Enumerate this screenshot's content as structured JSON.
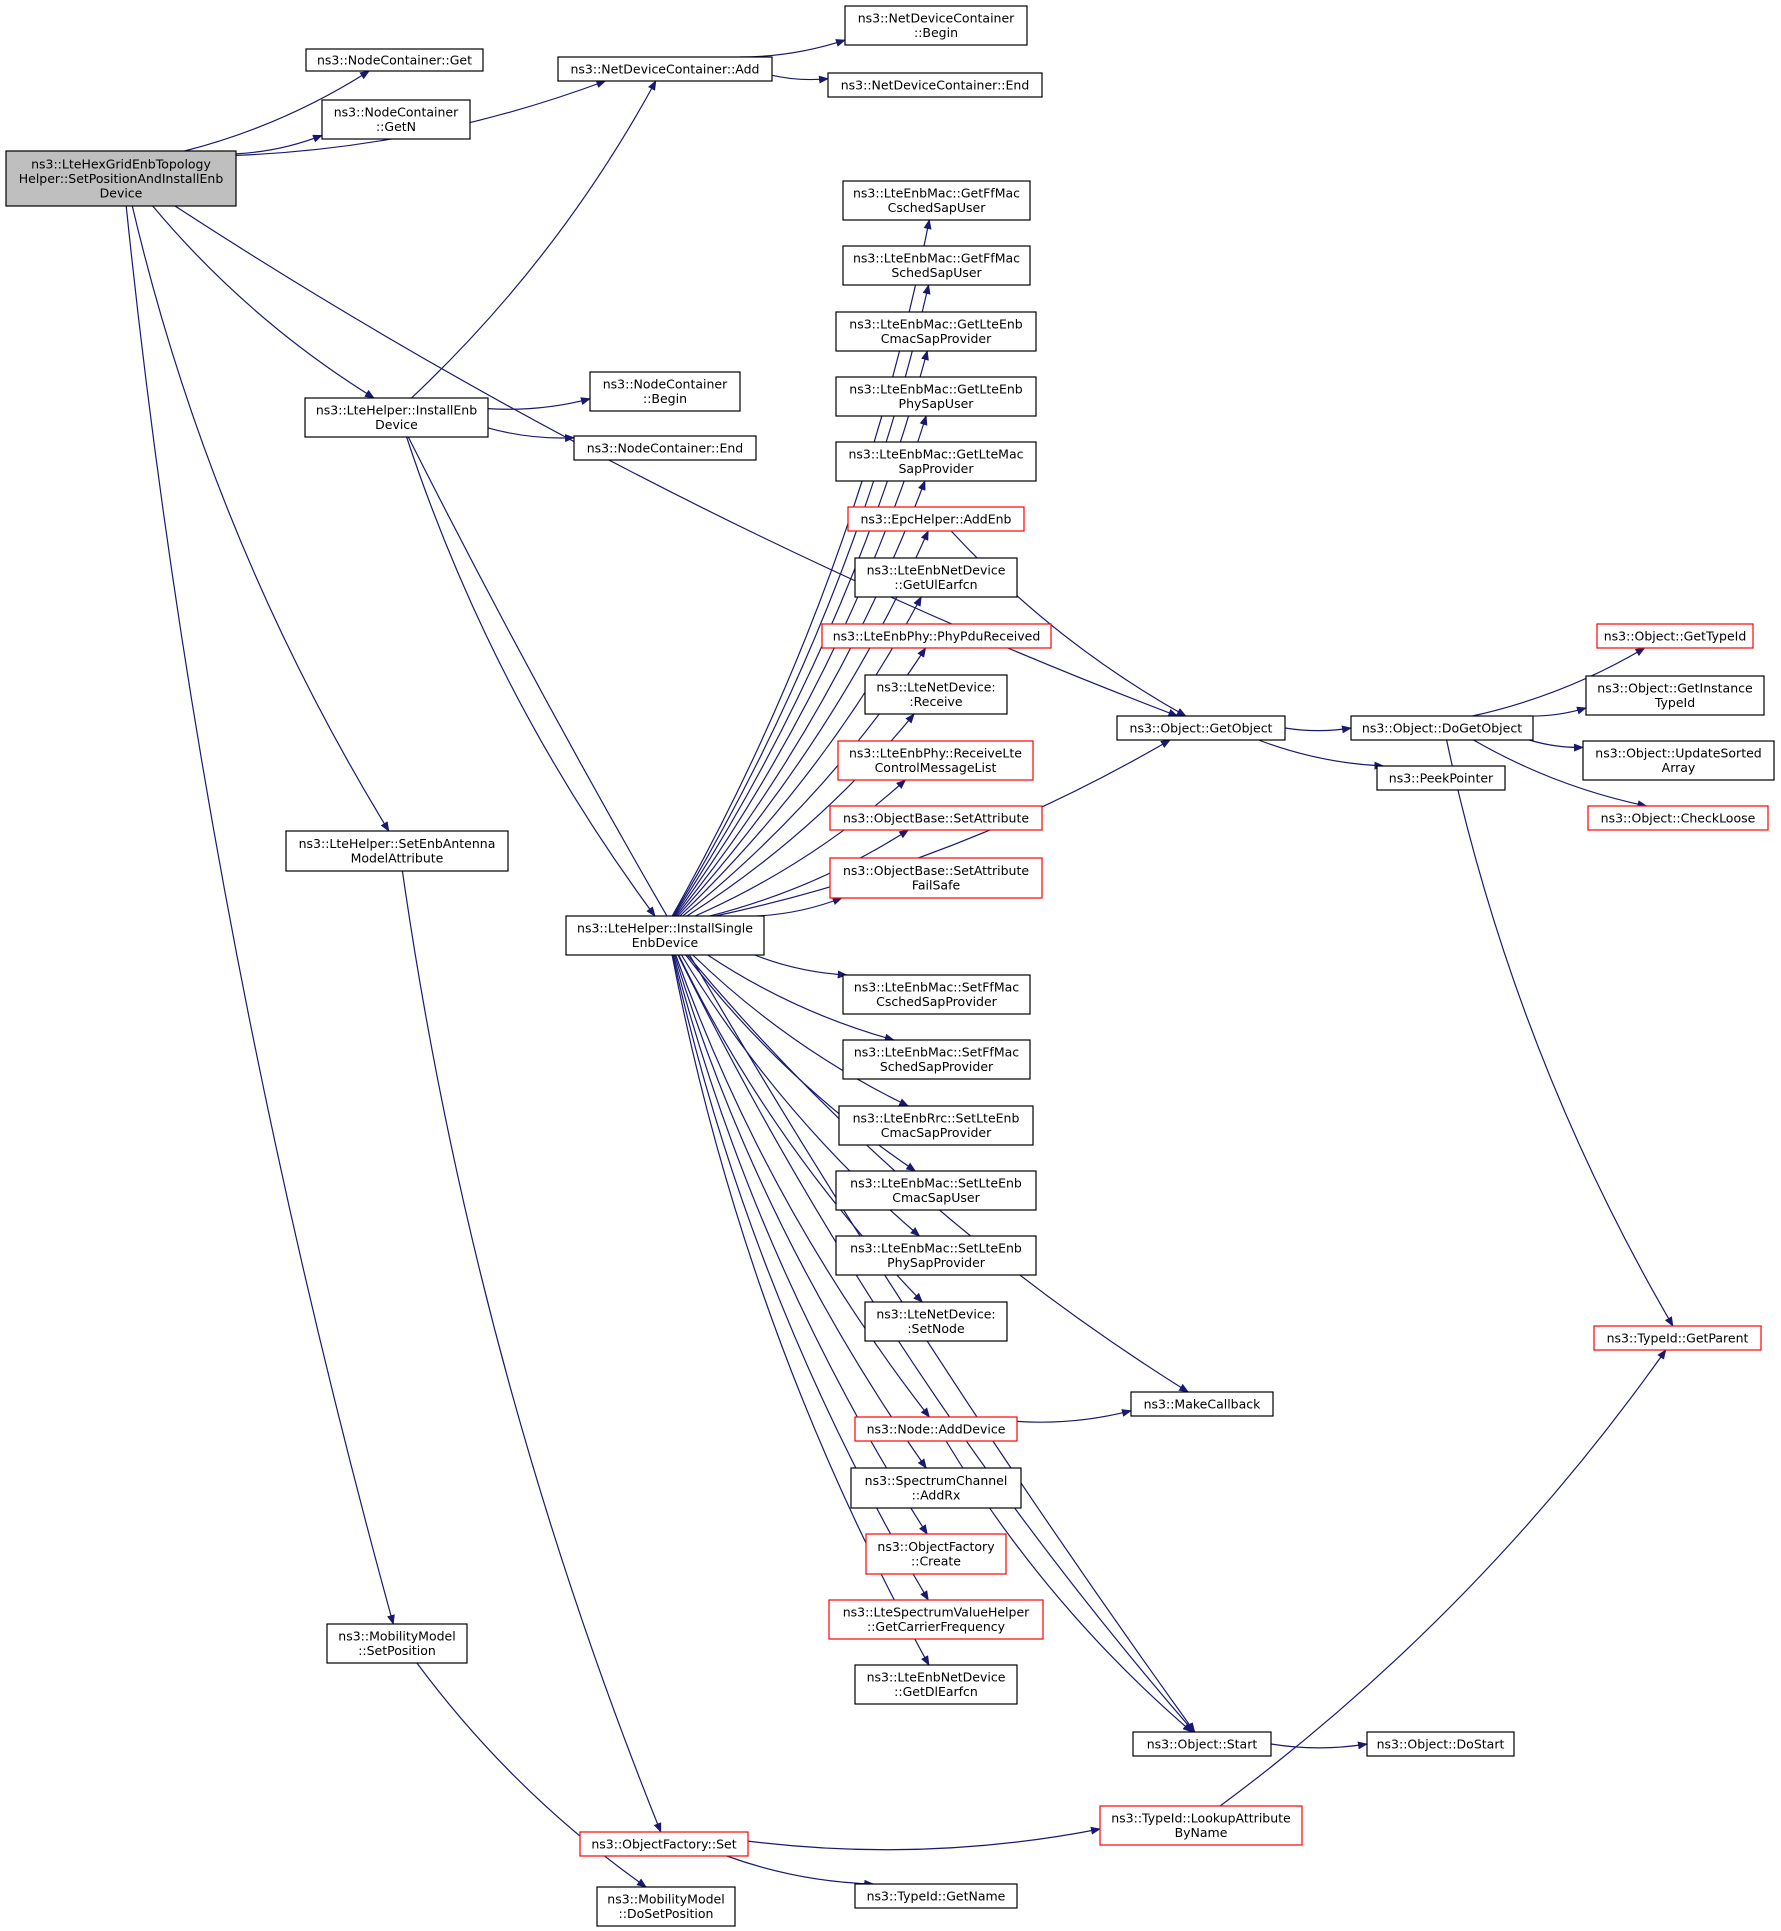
{
  "colors": {
    "edge": "#191970",
    "box_border_normal": "#000000",
    "box_border_truncated": "#ff0000",
    "root_fill": "#bfbfbf",
    "node_fill": "#ffffff"
  },
  "nodes": [
    {
      "id": "root",
      "lines": [
        "ns3::LteHexGridEnbTopology",
        "Helper::SetPositionAndInstallEnb",
        "Device"
      ],
      "style": "root"
    },
    {
      "id": "nc_get",
      "lines": [
        "ns3::NodeContainer::Get"
      ],
      "style": "normal"
    },
    {
      "id": "nc_getn",
      "lines": [
        "ns3::NodeContainer",
        "::GetN"
      ],
      "style": "normal"
    },
    {
      "id": "ndc_add",
      "lines": [
        "ns3::NetDeviceContainer::Add"
      ],
      "style": "normal"
    },
    {
      "id": "ndc_begin",
      "lines": [
        "ns3::NetDeviceContainer",
        "::Begin"
      ],
      "style": "normal"
    },
    {
      "id": "ndc_end",
      "lines": [
        "ns3::NetDeviceContainer::End"
      ],
      "style": "normal"
    },
    {
      "id": "lte_install",
      "lines": [
        "ns3::LteHelper::InstallEnb",
        "Device"
      ],
      "style": "normal"
    },
    {
      "id": "nc_begin",
      "lines": [
        "ns3::NodeContainer",
        "::Begin"
      ],
      "style": "normal"
    },
    {
      "id": "nc_end",
      "lines": [
        "ns3::NodeContainer::End"
      ],
      "style": "normal"
    },
    {
      "id": "set_antenna",
      "lines": [
        "ns3::LteHelper::SetEnbAntenna",
        "ModelAttribute"
      ],
      "style": "normal"
    },
    {
      "id": "install_single",
      "lines": [
        "ns3::LteHelper::InstallSingle",
        "EnbDevice"
      ],
      "style": "normal"
    },
    {
      "id": "mm_setpos",
      "lines": [
        "ns3::MobilityModel",
        "::SetPosition"
      ],
      "style": "normal"
    },
    {
      "id": "of_set",
      "lines": [
        "ns3::ObjectFactory::Set"
      ],
      "style": "truncated"
    },
    {
      "id": "mm_dosetpos",
      "lines": [
        "ns3::MobilityModel",
        "::DoSetPosition"
      ],
      "style": "normal"
    },
    {
      "id": "mac_getffcsched",
      "lines": [
        "ns3::LteEnbMac::GetFfMac",
        "CschedSapUser"
      ],
      "style": "normal"
    },
    {
      "id": "mac_getffsched",
      "lines": [
        "ns3::LteEnbMac::GetFfMac",
        "SchedSapUser"
      ],
      "style": "normal"
    },
    {
      "id": "mac_getcmac",
      "lines": [
        "ns3::LteEnbMac::GetLteEnb",
        "CmacSapProvider"
      ],
      "style": "normal"
    },
    {
      "id": "mac_getphysap",
      "lines": [
        "ns3::LteEnbMac::GetLteEnb",
        "PhySapUser"
      ],
      "style": "normal"
    },
    {
      "id": "mac_getltemac",
      "lines": [
        "ns3::LteEnbMac::GetLteMac",
        "SapProvider"
      ],
      "style": "normal"
    },
    {
      "id": "epc_addenb",
      "lines": [
        "ns3::EpcHelper::AddEnb"
      ],
      "style": "truncated"
    },
    {
      "id": "enbnd_getul",
      "lines": [
        "ns3::LteEnbNetDevice",
        "::GetUlEarfcn"
      ],
      "style": "normal"
    },
    {
      "id": "enbphy_pdu",
      "lines": [
        "ns3::LteEnbPhy::PhyPduReceived"
      ],
      "style": "truncated"
    },
    {
      "id": "nd_receive",
      "lines": [
        "ns3::LteNetDevice:",
        ":Receive"
      ],
      "style": "normal"
    },
    {
      "id": "enbphy_ctrl",
      "lines": [
        "ns3::LteEnbPhy::ReceiveLte",
        "ControlMessageList"
      ],
      "style": "truncated"
    },
    {
      "id": "ob_setattr",
      "lines": [
        "ns3::ObjectBase::SetAttribute"
      ],
      "style": "truncated"
    },
    {
      "id": "ob_setattr_fs",
      "lines": [
        "ns3::ObjectBase::SetAttribute",
        "FailSafe"
      ],
      "style": "truncated"
    },
    {
      "id": "mac_setffcsched",
      "lines": [
        "ns3::LteEnbMac::SetFfMac",
        "CschedSapProvider"
      ],
      "style": "normal"
    },
    {
      "id": "mac_setffsched",
      "lines": [
        "ns3::LteEnbMac::SetFfMac",
        "SchedSapProvider"
      ],
      "style": "normal"
    },
    {
      "id": "rrc_setcmac",
      "lines": [
        "ns3::LteEnbRrc::SetLteEnb",
        "CmacSapProvider"
      ],
      "style": "normal"
    },
    {
      "id": "mac_setcmacuser",
      "lines": [
        "ns3::LteEnbMac::SetLteEnb",
        "CmacSapUser"
      ],
      "style": "normal"
    },
    {
      "id": "mac_setphysap",
      "lines": [
        "ns3::LteEnbMac::SetLteEnb",
        "PhySapProvider"
      ],
      "style": "normal"
    },
    {
      "id": "nd_setnode",
      "lines": [
        "ns3::LteNetDevice:",
        ":SetNode"
      ],
      "style": "normal"
    },
    {
      "id": "make_cb",
      "lines": [
        "ns3::MakeCallback"
      ],
      "style": "normal"
    },
    {
      "id": "node_adddev",
      "lines": [
        "ns3::Node::AddDevice"
      ],
      "style": "truncated"
    },
    {
      "id": "sc_addrx",
      "lines": [
        "ns3::SpectrumChannel",
        "::AddRx"
      ],
      "style": "normal"
    },
    {
      "id": "of_create",
      "lines": [
        "ns3::ObjectFactory",
        "::Create"
      ],
      "style": "truncated"
    },
    {
      "id": "svh_freq",
      "lines": [
        "ns3::LteSpectrumValueHelper",
        "::GetCarrierFrequency"
      ],
      "style": "truncated"
    },
    {
      "id": "enbnd_getdl",
      "lines": [
        "ns3::LteEnbNetDevice",
        "::GetDlEarfcn"
      ],
      "style": "normal"
    },
    {
      "id": "obj_start",
      "lines": [
        "ns3::Object::Start"
      ],
      "style": "normal"
    },
    {
      "id": "obj_dostart",
      "lines": [
        "ns3::Object::DoStart"
      ],
      "style": "normal"
    },
    {
      "id": "tid_lookup",
      "lines": [
        "ns3::TypeId::LookupAttribute",
        "ByName"
      ],
      "style": "truncated"
    },
    {
      "id": "tid_getname",
      "lines": [
        "ns3::TypeId::GetName"
      ],
      "style": "normal"
    },
    {
      "id": "obj_getobject",
      "lines": [
        "ns3::Object::GetObject"
      ],
      "style": "normal"
    },
    {
      "id": "obj_dogetobject",
      "lines": [
        "ns3::Object::DoGetObject"
      ],
      "style": "normal"
    },
    {
      "id": "peek_pointer",
      "lines": [
        "ns3::PeekPointer"
      ],
      "style": "normal"
    },
    {
      "id": "obj_gettypeid",
      "lines": [
        "ns3::Object::GetTypeId"
      ],
      "style": "truncated"
    },
    {
      "id": "obj_getinst",
      "lines": [
        "ns3::Object::GetInstance",
        "TypeId"
      ],
      "style": "normal"
    },
    {
      "id": "obj_updsorted",
      "lines": [
        "ns3::Object::UpdateSorted",
        "Array"
      ],
      "style": "normal"
    },
    {
      "id": "obj_checkloose",
      "lines": [
        "ns3::Object::CheckLoose"
      ],
      "style": "truncated"
    },
    {
      "id": "tid_getparent",
      "lines": [
        "ns3::TypeId::GetParent"
      ],
      "style": "truncated"
    }
  ],
  "edges": [
    [
      "root",
      "nc_get"
    ],
    [
      "root",
      "nc_getn"
    ],
    [
      "root",
      "ndc_add"
    ],
    [
      "root",
      "lte_install"
    ],
    [
      "root",
      "obj_getobject"
    ],
    [
      "root",
      "set_antenna"
    ],
    [
      "root",
      "mm_setpos"
    ],
    [
      "ndc_add",
      "ndc_begin"
    ],
    [
      "ndc_add",
      "ndc_end"
    ],
    [
      "lte_install",
      "ndc_add"
    ],
    [
      "lte_install",
      "nc_begin"
    ],
    [
      "lte_install",
      "nc_end"
    ],
    [
      "lte_install",
      "install_single"
    ],
    [
      "lte_install",
      "obj_start"
    ],
    [
      "set_antenna",
      "of_set"
    ],
    [
      "mm_setpos",
      "mm_dosetpos"
    ],
    [
      "install_single",
      "mac_getffcsched"
    ],
    [
      "install_single",
      "mac_getffsched"
    ],
    [
      "install_single",
      "mac_getcmac"
    ],
    [
      "install_single",
      "mac_getphysap"
    ],
    [
      "install_single",
      "mac_getltemac"
    ],
    [
      "install_single",
      "epc_addenb"
    ],
    [
      "install_single",
      "enbnd_getul"
    ],
    [
      "install_single",
      "enbphy_pdu"
    ],
    [
      "install_single",
      "nd_receive"
    ],
    [
      "install_single",
      "enbphy_ctrl"
    ],
    [
      "install_single",
      "ob_setattr"
    ],
    [
      "install_single",
      "ob_setattr_fs"
    ],
    [
      "install_single",
      "obj_getobject"
    ],
    [
      "install_single",
      "mac_setffcsched"
    ],
    [
      "install_single",
      "mac_setffsched"
    ],
    [
      "install_single",
      "rrc_setcmac"
    ],
    [
      "install_single",
      "mac_setcmacuser"
    ],
    [
      "install_single",
      "mac_setphysap"
    ],
    [
      "install_single",
      "nd_setnode"
    ],
    [
      "install_single",
      "make_cb"
    ],
    [
      "install_single",
      "node_adddev"
    ],
    [
      "install_single",
      "sc_addrx"
    ],
    [
      "install_single",
      "of_create"
    ],
    [
      "install_single",
      "svh_freq"
    ],
    [
      "install_single",
      "enbnd_getdl"
    ],
    [
      "install_single",
      "obj_start"
    ],
    [
      "epc_addenb",
      "obj_getobject"
    ],
    [
      "node_adddev",
      "make_cb"
    ],
    [
      "node_adddev",
      "obj_start"
    ],
    [
      "obj_start",
      "obj_dostart"
    ],
    [
      "of_set",
      "tid_lookup"
    ],
    [
      "of_set",
      "tid_getname"
    ],
    [
      "tid_lookup",
      "tid_getparent"
    ],
    [
      "obj_getobject",
      "obj_dogetobject"
    ],
    [
      "obj_getobject",
      "peek_pointer"
    ],
    [
      "obj_dogetobject",
      "obj_gettypeid"
    ],
    [
      "obj_dogetobject",
      "obj_getinst"
    ],
    [
      "obj_dogetobject",
      "obj_updsorted"
    ],
    [
      "obj_dogetobject",
      "obj_checkloose"
    ],
    [
      "obj_dogetobject",
      "tid_getparent"
    ]
  ]
}
